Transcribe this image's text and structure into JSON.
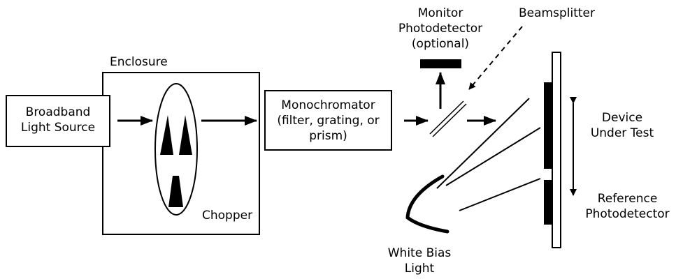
{
  "labels": {
    "enclosure": "Enclosure",
    "light_source": [
      "Broadband",
      "Light Source"
    ],
    "chopper": "Chopper",
    "monochromator": [
      "Monochromator",
      "(filter, grating, or",
      "prism)"
    ],
    "monitor": [
      "Monitor",
      "Photodetector",
      "(optional)"
    ],
    "beamsplitter": "Beamsplitter",
    "device": [
      "Device",
      "Under Test"
    ],
    "reference": [
      "Reference",
      "Photodetector"
    ],
    "bias_light": [
      "White Bias",
      "Light"
    ]
  },
  "colors": {
    "line": "#000000",
    "background": "#ffffff"
  }
}
